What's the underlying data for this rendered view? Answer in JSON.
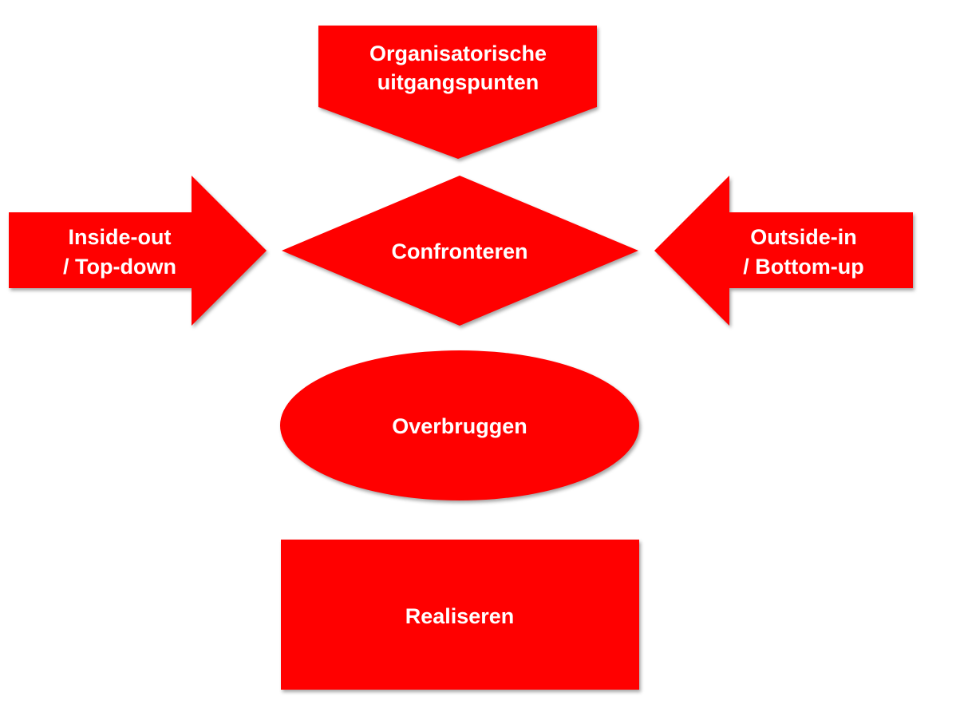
{
  "colors": {
    "fill": "#ff0000",
    "text": "#ffffff",
    "background": "#ffffff"
  },
  "shapes": {
    "organisational": {
      "line1": "Organisatorische",
      "line2": "uitgangspunten"
    },
    "inside_out": {
      "line1": "Inside-out",
      "line2": "/ Top-down"
    },
    "confront": {
      "label": "Confronteren"
    },
    "outside_in": {
      "line1": "Outside-in",
      "line2": "/ Bottom-up"
    },
    "bridge": {
      "label": "Overbruggen"
    },
    "realise": {
      "label": "Realiseren"
    }
  }
}
